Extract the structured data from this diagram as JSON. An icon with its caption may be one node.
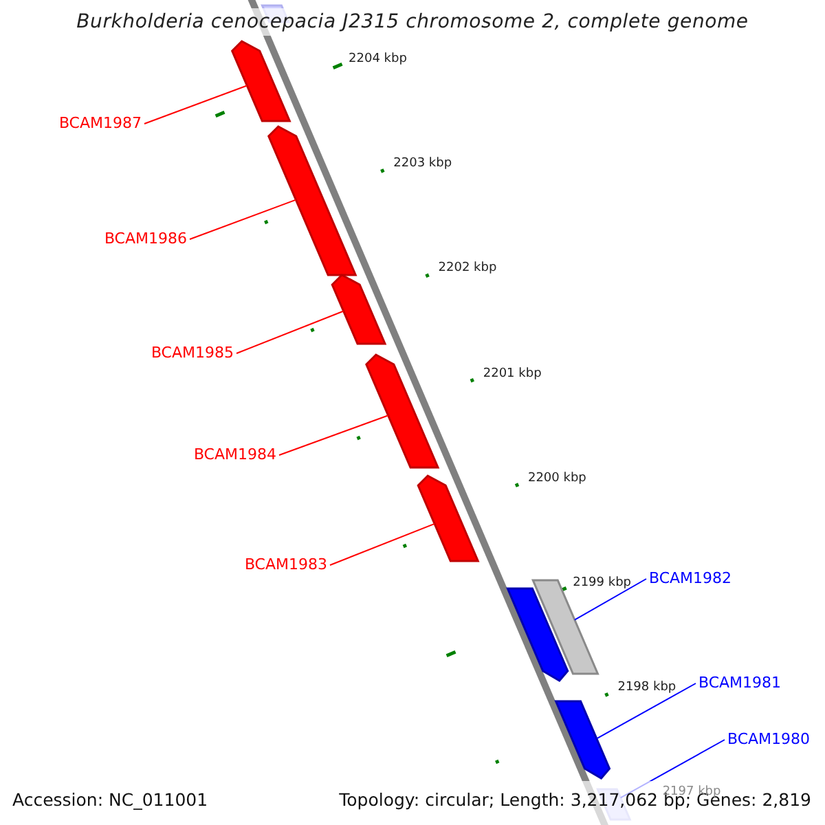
{
  "diagram": {
    "title": "Burkholderia cenocepacia J2315 chromosome 2, complete genome",
    "nodes": [
      {
        "text": [
          "BCAM1987"
        ]
      },
      {
        "text": [
          "BCAM1986"
        ]
      },
      {
        "text": [
          "BCAM1985"
        ]
      },
      {
        "text": [
          "BCAM1984"
        ]
      },
      {
        "text": [
          "BCAM1983"
        ]
      },
      {
        "text": [
          "BCAM1982"
        ]
      },
      {
        "text": [
          "BCAM1981"
        ]
      },
      {
        "text": [
          "BCAM1980"
        ]
      },
      {
        "text": [],
        "shape": "box"
      },
      {
        "text": [],
        "shape": "arrow"
      },
      {
        "text": [],
        "shape": "arrow"
      },
      {
        "text": [],
        "shape": "arrow"
      },
      {
        "text": [],
        "shape": "arrow"
      },
      {
        "text": [],
        "shape": "arrow"
      },
      {
        "text": [],
        "shape": "arrow"
      },
      {
        "text": [],
        "shape": "box"
      },
      {
        "text": [],
        "shape": "arrow"
      },
      {
        "text": [],
        "shape": "box"
      }
    ],
    "edges": [
      {
        "from": 0,
        "to": 9,
        "arrow": "none",
        "color": "#ff0000"
      },
      {
        "from": 1,
        "to": 10,
        "arrow": "none",
        "color": "#ff0000"
      },
      {
        "from": 2,
        "to": 11,
        "arrow": "none",
        "color": "#ff0000"
      },
      {
        "from": 3,
        "to": 12,
        "arrow": "none",
        "color": "#ff0000"
      },
      {
        "from": 4,
        "to": 13,
        "arrow": "none",
        "color": "#ff0000"
      },
      {
        "from": 5,
        "to": 15,
        "arrow": "none",
        "color": "#0000ff"
      },
      {
        "from": 6,
        "to": 16,
        "arrow": "none",
        "color": "#0000ff"
      },
      {
        "from": 7,
        "to": 17,
        "arrow": "none",
        "color": "#0000ff"
      }
    ],
    "labels": [
      "2204 kbp",
      "2203 kbp",
      "2202 kbp",
      "2201 kbp",
      "2200 kbp",
      "2199 kbp",
      "2198 kbp",
      "2197 kbp",
      "Accession: NC_011001",
      "Topology: circular; Length: 3,217,062 bp; Genes: 2,819"
    ]
  }
}
